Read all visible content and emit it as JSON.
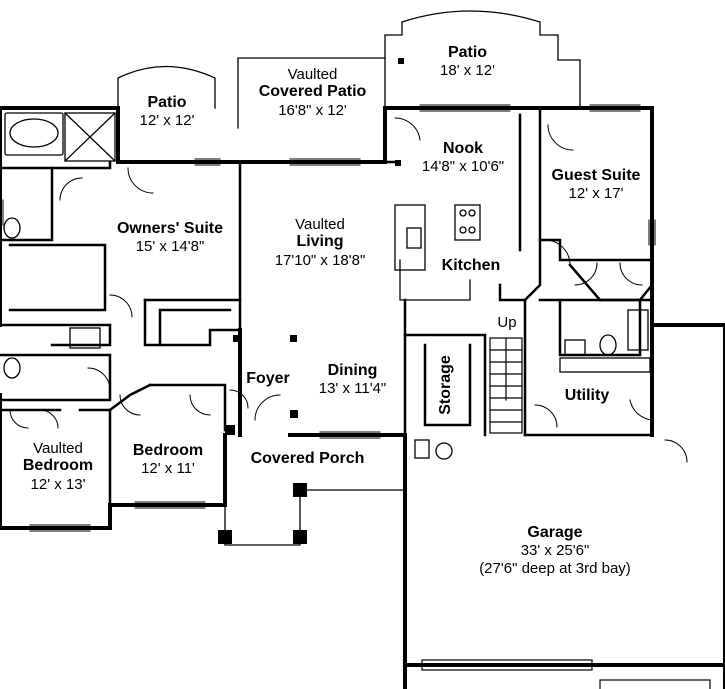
{
  "rooms": {
    "patio_left": {
      "name": "Patio",
      "dims": "12' x 12'"
    },
    "covered_patio": {
      "prefix": "Vaulted",
      "name": "Covered Patio",
      "dims": "16'8\" x 12'"
    },
    "patio_right": {
      "name": "Patio",
      "dims": "18' x 12'"
    },
    "nook": {
      "name": "Nook",
      "dims": "14'8\" x 10'6\""
    },
    "guest_suite": {
      "name": "Guest Suite",
      "dims": "12' x 17'"
    },
    "owners_suite": {
      "name": "Owners' Suite",
      "dims": "15' x 14'8\""
    },
    "living": {
      "prefix": "Vaulted",
      "name": "Living",
      "dims": "17'10\" x 18'8\""
    },
    "kitchen": {
      "name": "Kitchen"
    },
    "up": {
      "name": "Up"
    },
    "foyer": {
      "name": "Foyer"
    },
    "dining": {
      "name": "Dining",
      "dims": "13' x 11'4\""
    },
    "storage": {
      "name": "Storage"
    },
    "utility": {
      "name": "Utility"
    },
    "bedroom_vaulted": {
      "prefix": "Vaulted",
      "name": "Bedroom",
      "dims": "12' x 13'"
    },
    "bedroom": {
      "name": "Bedroom",
      "dims": "12' x 11'"
    },
    "covered_porch": {
      "name": "Covered Porch"
    },
    "garage": {
      "name": "Garage",
      "dims": "33' x 25'6\"",
      "note": "(27'6\" deep at 3rd bay)"
    }
  }
}
